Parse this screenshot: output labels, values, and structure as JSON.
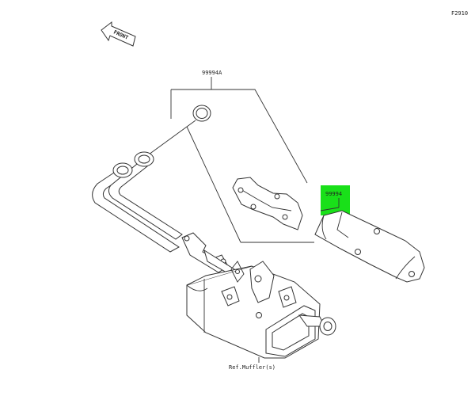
{
  "figure_code": "F2910",
  "front_label": "FRONT",
  "callouts": [
    {
      "id": "99994A",
      "label": "99994A",
      "highlight": false
    },
    {
      "id": "99994",
      "label": "99994",
      "highlight": true,
      "highlight_color": "#19e019"
    }
  ],
  "reference_note": "Ref.Muffler(s)"
}
